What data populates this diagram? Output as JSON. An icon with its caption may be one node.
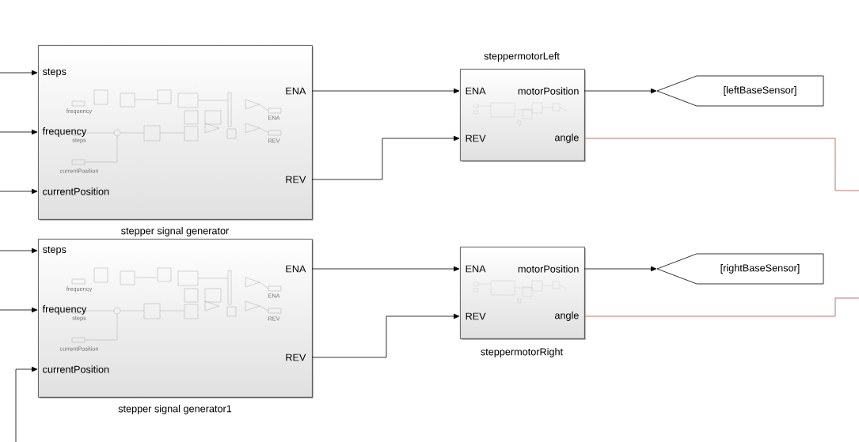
{
  "diagram": {
    "nodes": [
      {
        "text": [
          "steps",
          "frequency",
          "currentPosition",
          "ENA",
          "REV",
          "stepper signal generator"
        ]
      },
      {
        "text": [
          "steps",
          "frequency",
          "currentPosition",
          "ENA",
          "REV",
          "stepper signal generator1"
        ]
      },
      {
        "text": [
          "steppermotorLeft",
          "ENA",
          "motorPosition",
          "REV",
          "angle"
        ]
      },
      {
        "text": [
          "ENA",
          "motorPosition",
          "REV",
          "angle",
          "steppermotorRight"
        ]
      },
      {
        "text": [
          "[leftBaseSensor]"
        ]
      },
      {
        "text": [
          "[rightBaseSensor]"
        ]
      }
    ],
    "edges": [
      {
        "from": null,
        "to": 0,
        "arrow": "to"
      },
      {
        "from": null,
        "to": 0,
        "arrow": "to"
      },
      {
        "from": null,
        "to": 0,
        "arrow": "to"
      },
      {
        "from": null,
        "to": 1,
        "arrow": "to"
      },
      {
        "from": null,
        "to": 1,
        "arrow": "to"
      },
      {
        "from": null,
        "to": 1,
        "arrow": "to"
      },
      {
        "from": 0,
        "to": 2,
        "arrow": "to"
      },
      {
        "from": 0,
        "to": 2,
        "arrow": "to"
      },
      {
        "from": 1,
        "to": 3,
        "arrow": "to"
      },
      {
        "from": 1,
        "to": 3,
        "arrow": "to"
      },
      {
        "from": 2,
        "to": 4,
        "arrow": "to"
      },
      {
        "from": 3,
        "to": 5,
        "arrow": "to"
      },
      {
        "from": 2,
        "to": null,
        "arrow": "none",
        "color": "#a65454"
      },
      {
        "from": 3,
        "to": null,
        "arrow": "none",
        "color": "#a65454"
      }
    ],
    "labels": [
      "frequency",
      "ENA",
      "steps",
      "REV",
      "currentPosition",
      "frequency",
      "ENA",
      "steps",
      "REV",
      "currentPosition"
    ]
  }
}
